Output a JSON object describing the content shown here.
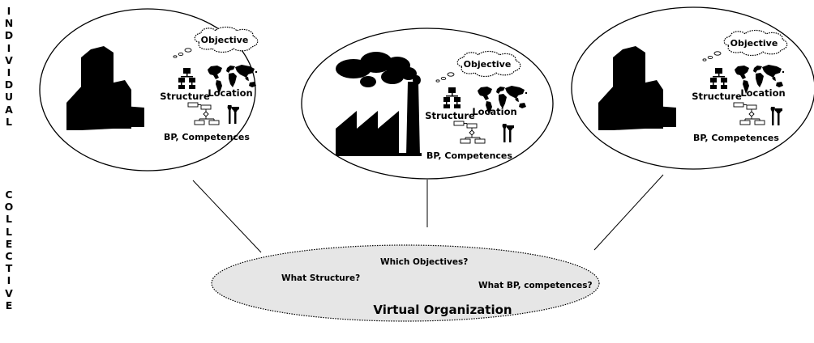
{
  "side_labels": {
    "individual": [
      "I",
      "N",
      "D",
      "I",
      "V",
      "I",
      "D",
      "U",
      "A",
      "L"
    ],
    "collective": [
      "C",
      "O",
      "L",
      "L",
      "E",
      "C",
      "T",
      "I",
      "V",
      "E"
    ]
  },
  "enterprises": [
    {
      "building": "office-tower",
      "objective": "Objective",
      "structure": "Structure",
      "location": "Location",
      "bp": "BP, Competences"
    },
    {
      "building": "factory",
      "objective": "Objective",
      "structure": "Structure",
      "location": "Location",
      "bp": "BP, Competences"
    },
    {
      "building": "office-tower",
      "objective": "Objective",
      "structure": "Structure",
      "location": "Location",
      "bp": "BP, Competences"
    }
  ],
  "virtual_org": {
    "title": "Virtual Organization",
    "q_objectives": "Which Objectives?",
    "q_structure": "What Structure?",
    "q_bp": "What BP, competences?"
  },
  "colors": {
    "ink": "#000000",
    "ellipse_fill": "#ffffff",
    "vo_fill": "#e6e6e6"
  }
}
